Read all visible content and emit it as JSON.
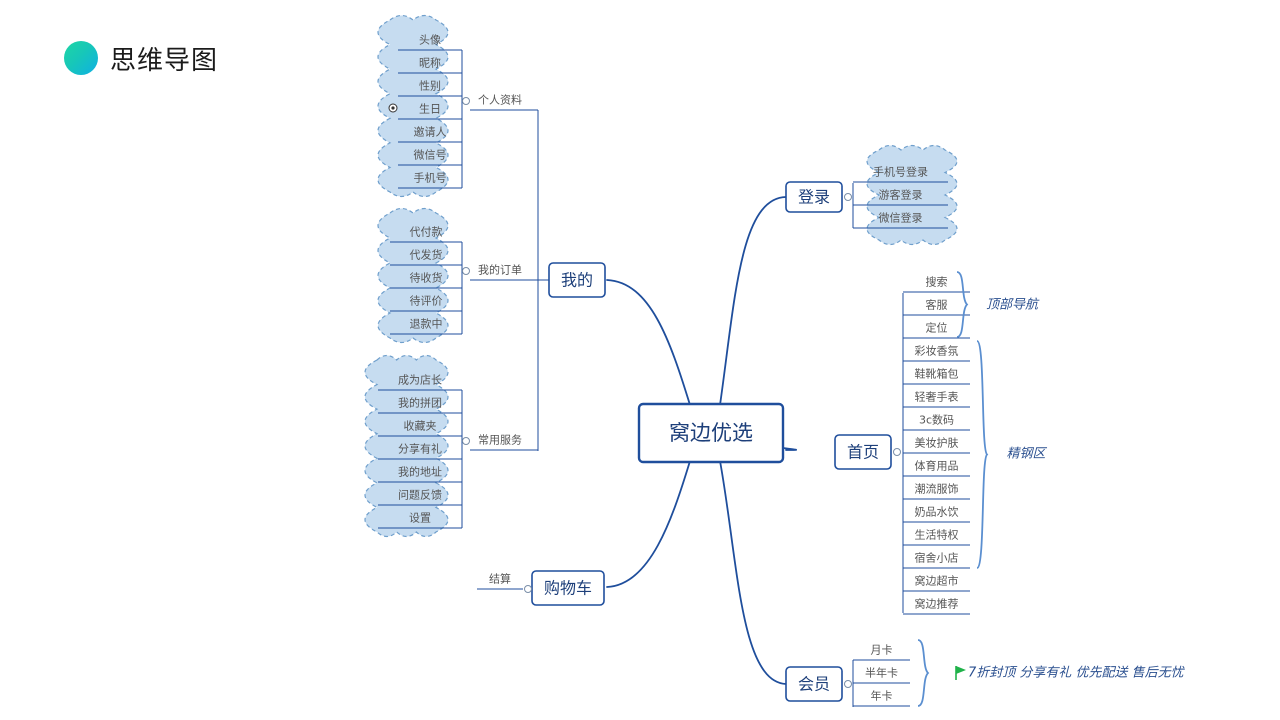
{
  "page": {
    "title": "思维导图"
  },
  "colors": {
    "line": "#1f4e9c",
    "node_border": "#1f4e9c",
    "cloud_fill": "#c6dcf0",
    "cloud_stroke": "#6f9fcc",
    "brace": "#5b8fd0",
    "leaf_text": "#555555",
    "note_text": "#2a4f8f",
    "flag": "#20b24a"
  },
  "mindmap": {
    "root": "窝边优选",
    "branches": {
      "mine": {
        "label": "我的",
        "groups": {
          "profile": {
            "label": "个人资料",
            "items": [
              "头像",
              "昵称",
              "性别",
              "生日",
              "邀请人",
              "微信号",
              "手机号"
            ]
          },
          "orders": {
            "label": "我的订单",
            "items": [
              "代付款",
              "代发货",
              "待收货",
              "待评价",
              "退款中"
            ]
          },
          "services": {
            "label": "常用服务",
            "items": [
              "成为店长",
              "我的拼团",
              "收藏夹",
              "分享有礼",
              "我的地址",
              "问题反馈",
              "设置"
            ]
          }
        }
      },
      "cart": {
        "label": "购物车",
        "items": [
          "结算"
        ]
      },
      "login": {
        "label": "登录",
        "items": [
          "手机号登录",
          "游客登录",
          "微信登录"
        ]
      },
      "home": {
        "label": "首页",
        "items": [
          "搜索",
          "客服",
          "定位",
          "彩妆香氛",
          "鞋靴箱包",
          "轻奢手表",
          "3c数码",
          "美妆护肤",
          "体育用品",
          "潮流服饰",
          "奶品水饮",
          "生活特权",
          "宿舍小店",
          "窝边超市",
          "窝边推荐"
        ],
        "brace_top": "顶部导航",
        "brace_main": "精钢区"
      },
      "member": {
        "label": "会员",
        "items": [
          "月卡",
          "半年卡",
          "年卡"
        ],
        "note": "7折封顶   分享有礼   优先配送   售后无忧"
      }
    }
  }
}
